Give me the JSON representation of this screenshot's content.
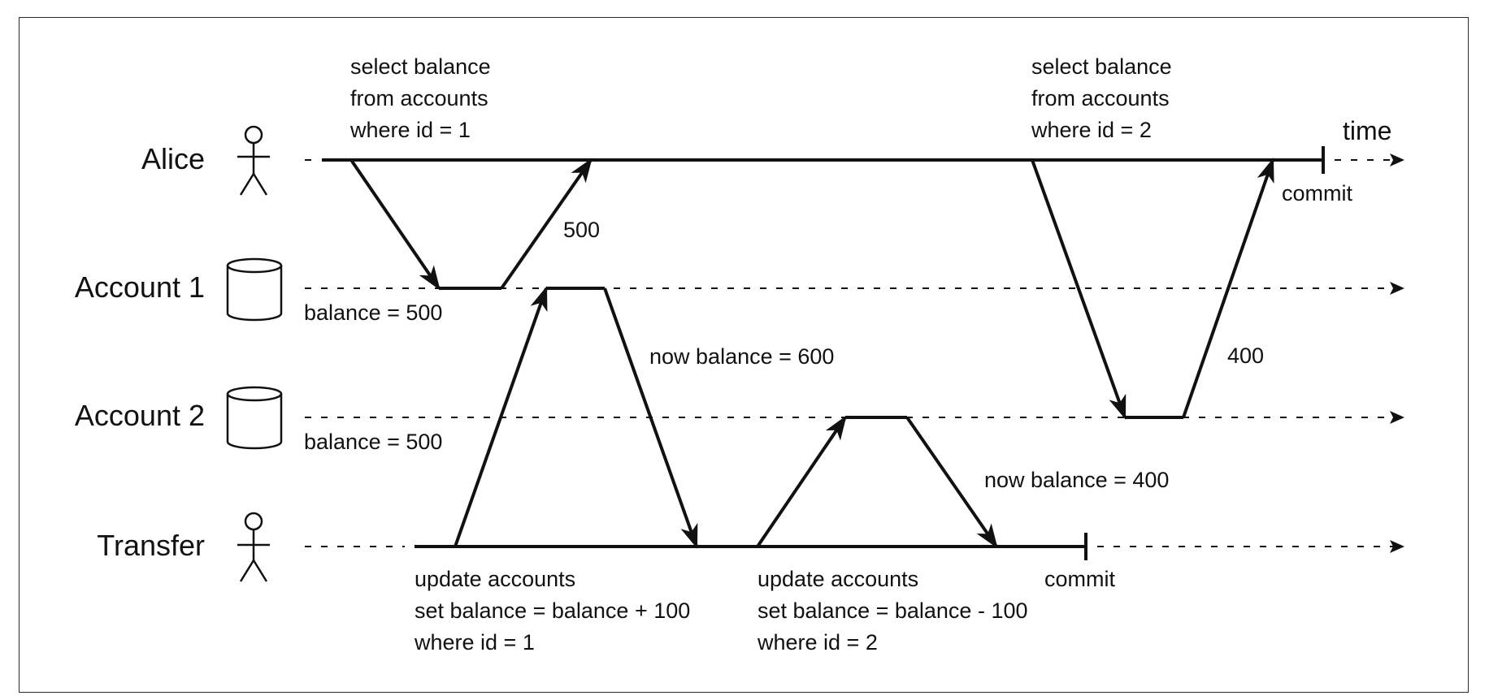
{
  "lanes": {
    "alice": "Alice",
    "account1": "Account 1",
    "account2": "Account 2",
    "transfer": "Transfer"
  },
  "time_label": "time",
  "alice_query1": [
    "select balance",
    "from accounts",
    "where id = 1"
  ],
  "alice_query2": [
    "select balance",
    "from accounts",
    "where id = 2"
  ],
  "alice_commit": "commit",
  "transfer_commit": "commit",
  "response_500": "500",
  "response_400": "400",
  "account1_initial": "balance = 500",
  "account2_initial": "balance = 500",
  "account1_now": "now balance = 600",
  "account2_now": "now balance = 400",
  "transfer_update1": [
    "update accounts",
    "set balance = balance + 100",
    "where id = 1"
  ],
  "transfer_update2": [
    "update accounts",
    "set balance = balance - 100",
    "where id = 2"
  ]
}
